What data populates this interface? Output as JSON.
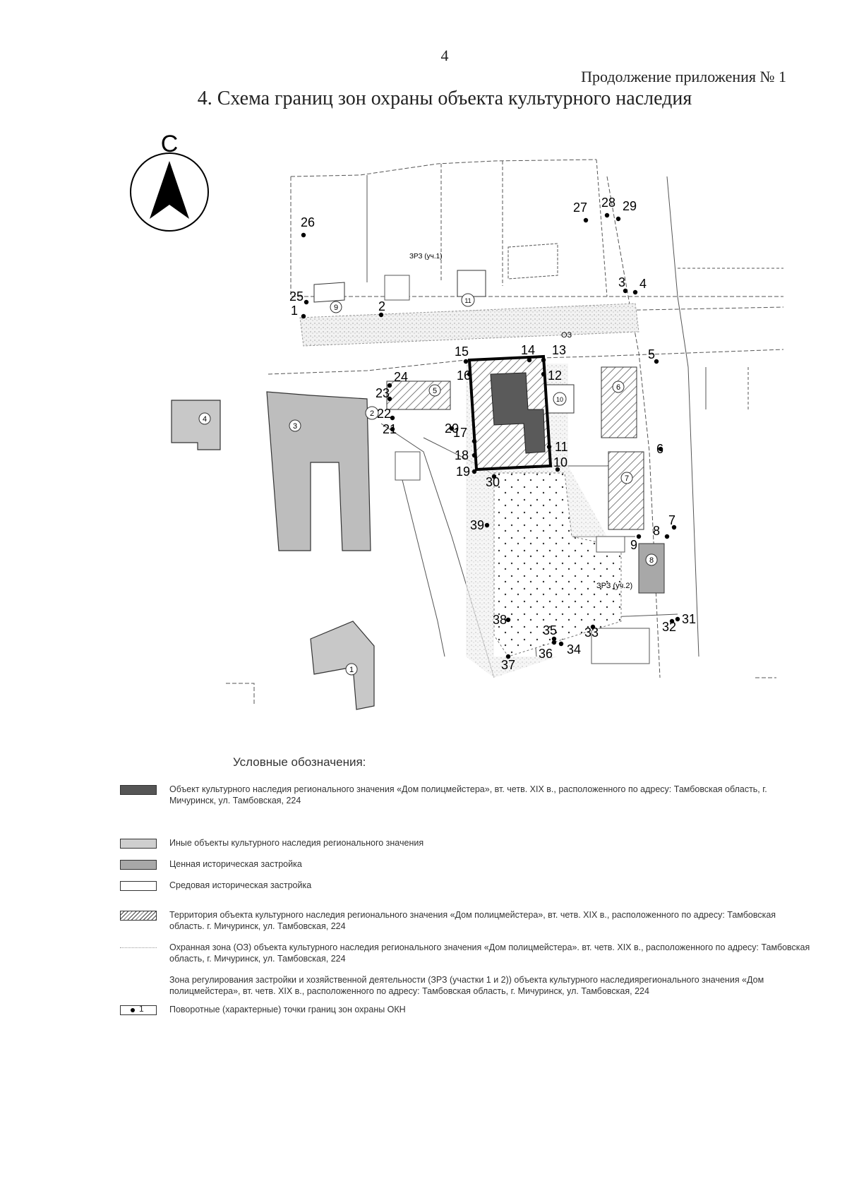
{
  "header": {
    "page_number": "4",
    "appendix_note": "Продолжение приложения № 1",
    "title": "4. Схема границ зон охраны объекта культурного наследия"
  },
  "map": {
    "north_label": "С",
    "zone_labels": {
      "zrz1": "ЗРЗ (уч.1)",
      "zrz2": "ЗРЗ (уч.2)",
      "oz": "ОЗ"
    },
    "buildings": [
      "1",
      "2",
      "3",
      "4",
      "5",
      "6",
      "7",
      "8",
      "9",
      "10",
      "11"
    ],
    "points": [
      "1",
      "2",
      "3",
      "4",
      "5",
      "6",
      "7",
      "8",
      "9",
      "10",
      "11",
      "12",
      "13",
      "14",
      "15",
      "16",
      "17",
      "18",
      "19",
      "20",
      "21",
      "22",
      "23",
      "24",
      "25",
      "26",
      "27",
      "28",
      "29",
      "30",
      "31",
      "32",
      "33",
      "34",
      "35",
      "36",
      "37",
      "38",
      "39"
    ]
  },
  "legend": {
    "title": "Условные обозначения:",
    "items": [
      {
        "key": "main",
        "text": "Объект культурного наследия регионального значения «Дом полицмейстера», вт. четв. XIX в., расположенного по адресу: Тамбовская область, г. Мичуринск, ул. Тамбовская, 224"
      },
      {
        "key": "other",
        "text": "Иные объекты культурного наследия регионального значения"
      },
      {
        "key": "valuable",
        "text": "Ценная историческая застройка"
      },
      {
        "key": "environmental",
        "text": "Средовая историческая застройка"
      },
      {
        "key": "territory",
        "text": "Территория объекта культурного наследия регионального значения «Дом полицмейстера», вт. четв. XIX в., расположенного по адресу: Тамбовская область. г. Мичуринск, ул. Тамбовская, 224"
      },
      {
        "key": "oz",
        "text": "Охранная зона (ОЗ) объекта культурного наследия регионального значения «Дом полицмейстера». вт. четв. XIX в., расположенного по адресу: Тамбовская область, г. Мичуринск, ул. Тамбовская, 224"
      },
      {
        "key": "zrz",
        "text": "Зона регулирования застройки и хозяйственной деятельности (ЗРЗ (участки 1 и 2)) объекта культурного наследиярегионального значения «Дом полицмейстера», вт. четв. XIX в., расположенного по адресу: Тамбовская область, г. Мичуринск, ул. Тамбовская, 224"
      },
      {
        "key": "points",
        "text": "Поворотные (характерные) точки границ зон охраны ОКН",
        "swatch_label": "1"
      }
    ]
  }
}
